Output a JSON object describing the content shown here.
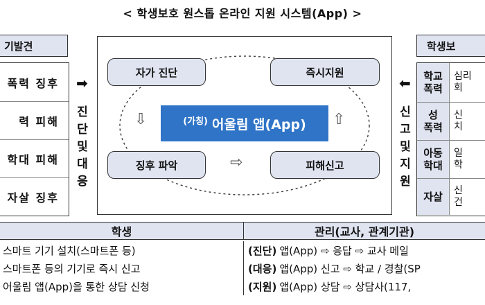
{
  "title": "< 학생보호 원스톱 온라인 지원 시스템(App) >",
  "left": {
    "header": "기발견",
    "items": [
      "폭력 징후",
      "력 피해",
      "학대 피해",
      "자살 징후"
    ],
    "vertical_label": [
      "진",
      "단",
      "및",
      "대",
      "응"
    ]
  },
  "right": {
    "header": "학생보",
    "vertical_label": [
      "신",
      "고",
      "및",
      "지",
      "원"
    ],
    "rows": [
      {
        "category": [
          "학교",
          "폭력"
        ],
        "desc": [
          "심리",
          "회"
        ]
      },
      {
        "category": [
          "성",
          "폭력"
        ],
        "desc": [
          "신",
          "치"
        ]
      },
      {
        "category": [
          "아동",
          "학대"
        ],
        "desc": [
          "일",
          "학"
        ]
      },
      {
        "category": [
          "자살"
        ],
        "desc": [
          "신",
          "건"
        ]
      }
    ]
  },
  "center": {
    "step_top_left": "자가 진단",
    "step_top_right": "즉시지원",
    "step_bottom_left": "징후 파악",
    "step_bottom_right": "피해신고",
    "app_prefix": "(가칭)",
    "app_name": "어울림 앱(App)",
    "arrow_down": "⇩",
    "arrow_up": "⇧",
    "arrow_right": "⇨"
  },
  "bottom": {
    "student_header": "학생",
    "manage_header": "관리(교사, 관계기관)",
    "student_rows": [
      "스마트 기기 설치(스마트폰 등)",
      "스마트폰 등의 기기로 즉시 신고",
      "어울림 앱(App)을 통한 상담 신청"
    ],
    "manage_rows": [
      {
        "tag": "(진단)",
        "text": "앱(App) ⇨ 응답 ⇨ 교사 메일"
      },
      {
        "tag": "(대응)",
        "text": "앱(App) 신고 ⇨ 학교 / 경찰(SP"
      },
      {
        "tag": "(지원)",
        "text": "앱(App) 상담 ⇨ 상담사(117, "
      }
    ]
  },
  "colors": {
    "accent_blue": "#2f74c7",
    "light_blue": "#dfe4f0"
  }
}
